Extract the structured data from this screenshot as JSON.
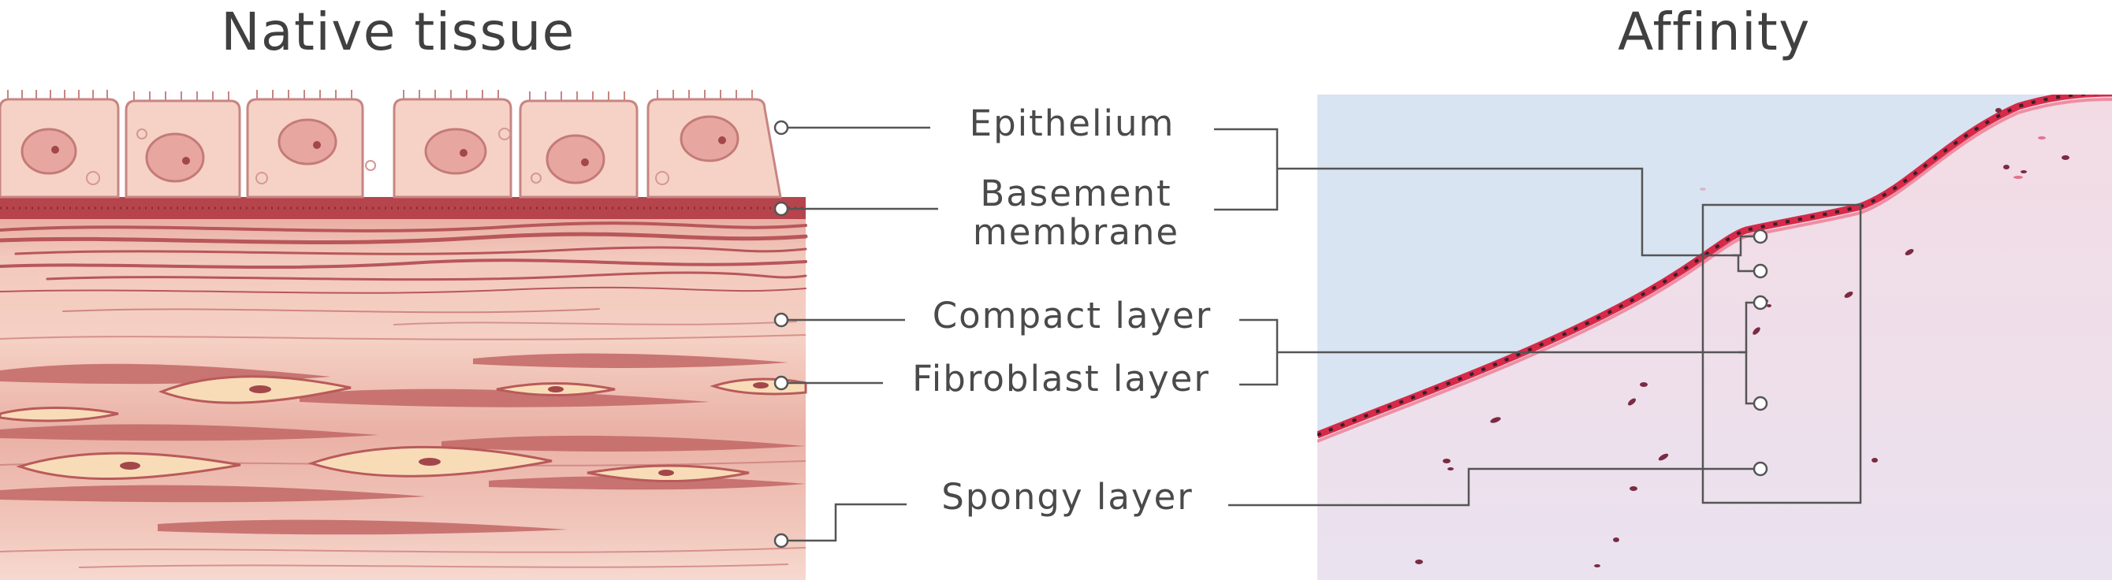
{
  "titles": {
    "left": "Native tissue",
    "right": "Affinity"
  },
  "labels": {
    "epithelium": "Epithelium",
    "basement_line1": "Basement",
    "basement_line2": "membrane",
    "compact": "Compact layer",
    "fibroblast": "Fibroblast layer",
    "spongy": "Spongy layer"
  },
  "colors": {
    "line": "#555555",
    "tissue_light": "#f6d3c7",
    "tissue_mid": "#e9a89c",
    "tissue_dark": "#b54b4e",
    "basement": "#b5444c",
    "cell_fill": "#f8dcb8",
    "micrograph_bg": "#d9e4f2",
    "micrograph_tissue": "#f2dde6",
    "micrograph_edge": "#d62a48"
  }
}
